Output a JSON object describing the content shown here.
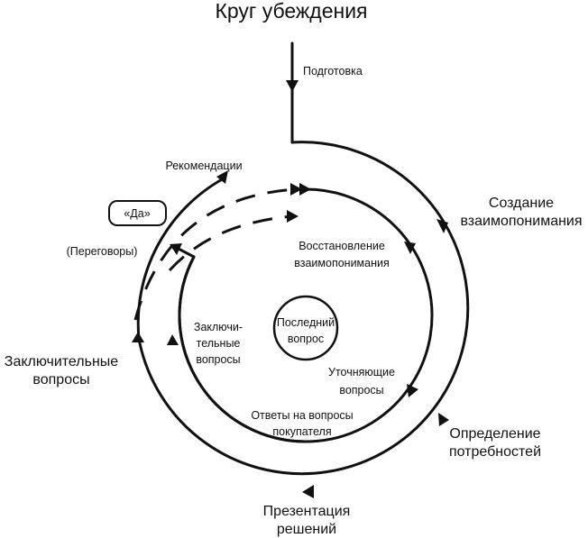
{
  "title": "Круг убеждения",
  "labels": {
    "preparation": "Подготовка",
    "recommendations": "Рекомендации",
    "yes": "«Да»",
    "negotiations": "(Переговоры)",
    "closing_questions": [
      "Заключительные",
      "вопросы"
    ],
    "building_rapport": [
      "Создание",
      "взаимопонимания"
    ],
    "restoring_rapport": [
      "Восстановление",
      "взаимопонимания"
    ],
    "last_question": [
      "Последний",
      "вопрос"
    ],
    "inner_closing": [
      "Заключи-",
      "тельные",
      "вопросы"
    ],
    "clarifying": [
      "Уточняющие",
      "вопросы"
    ],
    "answers": [
      "Ответы на вопросы",
      "покупателя"
    ],
    "needs": [
      "Определение",
      "потребностей"
    ],
    "presentation": [
      "Презентация",
      "решений"
    ]
  }
}
